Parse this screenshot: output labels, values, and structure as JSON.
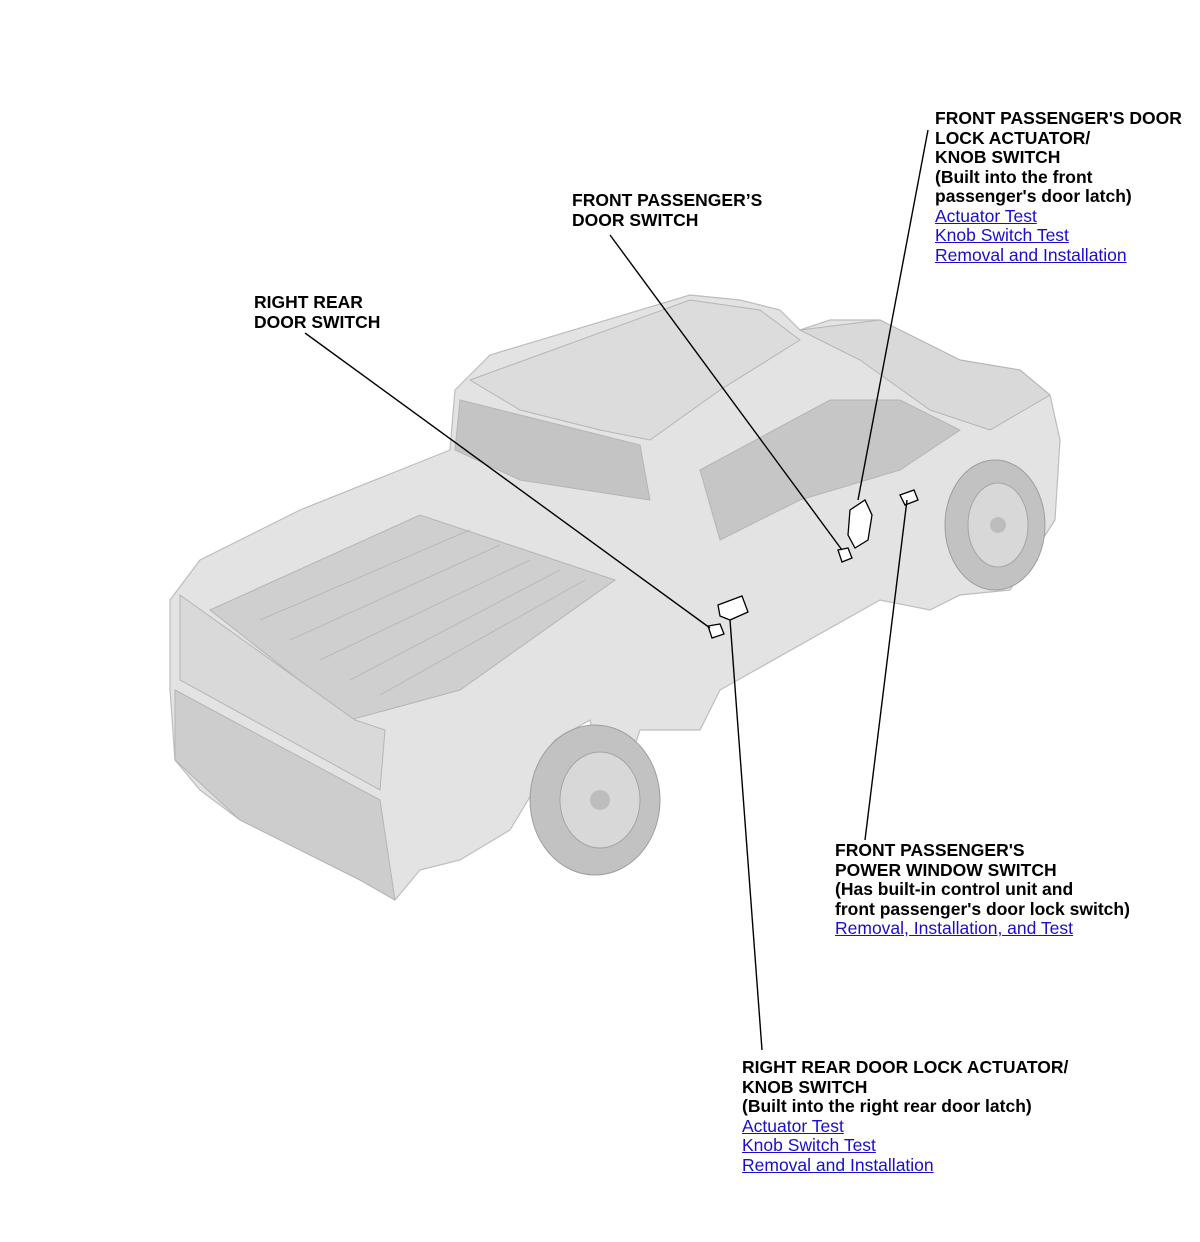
{
  "colors": {
    "body_fill": "#e3e3e3",
    "shadow_fill": "#c9c9c9",
    "line": "#000000",
    "link": "#1a0dcc"
  },
  "callouts": {
    "front_passenger_door_lock": {
      "lines": [
        "FRONT PASSENGER'S DOOR",
        "LOCK ACTUATOR/",
        "KNOB SWITCH",
        "(Built into the front",
        "passenger's door latch)"
      ],
      "links": [
        "Actuator Test",
        "Knob Switch Test",
        "Removal and Installation"
      ]
    },
    "front_passenger_door_switch": {
      "lines": [
        "FRONT PASSENGER’S",
        "DOOR SWITCH"
      ]
    },
    "right_rear_door_switch": {
      "lines": [
        "RIGHT REAR",
        "DOOR SWITCH"
      ]
    },
    "front_passenger_power_window": {
      "lines": [
        "FRONT PASSENGER'S",
        "POWER WINDOW SWITCH",
        "(Has built-in control unit and",
        "front passenger's door lock switch)"
      ],
      "links": [
        "Removal, Installation, and Test"
      ]
    },
    "right_rear_door_lock": {
      "lines": [
        "RIGHT REAR DOOR LOCK ACTUATOR/",
        "KNOB SWITCH",
        "(Built into the right rear door latch)"
      ],
      "links": [
        "Actuator Test",
        "Knob Switch Test",
        "Removal and Installation"
      ]
    }
  }
}
